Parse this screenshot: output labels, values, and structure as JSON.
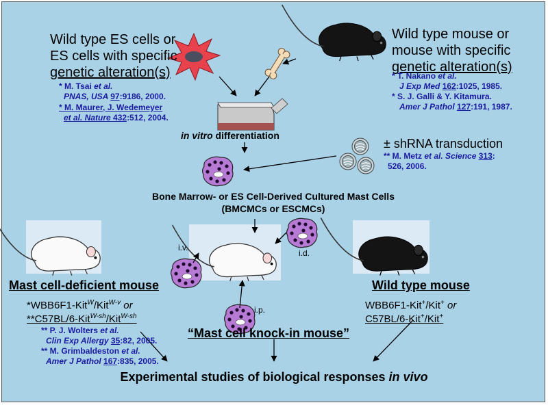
{
  "es_cells": {
    "line1": "Wild type ES cells or",
    "line2": "ES cells with specific",
    "line3": "genetic alteration(s)",
    "ref1_a": "* M. Tsai ",
    "ref1_b": "et al.",
    "ref1_c": "PNAS, USA ",
    "ref1_d": "97",
    "ref1_e": ":9186, 2000.",
    "ref2_a": "* M. Maurer, J. Wedemeyer",
    "ref2_b": "et al. Nature ",
    "ref2_c": "432",
    "ref2_d": ":512, 2004."
  },
  "wt_mouse_top": {
    "line1": "Wild type mouse or",
    "line2": "mouse with specific",
    "line3": "genetic alteration(s)",
    "ref1_a": "* T. Nakano ",
    "ref1_b": "et al.",
    "ref1_c": "J Exp Med ",
    "ref1_d": "162",
    "ref1_e": ":1025, 1985.",
    "ref2_a": "* S. J. Galli & Y. Kitamura.",
    "ref2_b": "Amer J Pathol ",
    "ref2_c": "127",
    "ref2_d": ":191, 1987."
  },
  "in_vitro": {
    "italic": "in vitro",
    "rest": " differentiation"
  },
  "shrna": {
    "label": "± shRNA transduction",
    "ref_a": "** M. Metz ",
    "ref_b": "et al. Science ",
    "ref_c": "313",
    "ref_d": ":",
    "ref_e": "526, 2006."
  },
  "bmcmc": {
    "line1": "Bone Marrow- or ES Cell-Derived Cultured Mast Cells",
    "line2": "(BMCMCs or ESCMCs)"
  },
  "routes": {
    "iv": "i.v.",
    "id": "i.d.",
    "ip": "i.p."
  },
  "deficient": {
    "title": "Mast cell-deficient mouse",
    "geno1": "*WBB6F1-Kit",
    "geno1_sup1": "W",
    "geno1_mid": "/Kit",
    "geno1_sup2": "W-v",
    "geno1_or": " or",
    "geno2": "**C57BL/6-Kit",
    "geno2_sup1": "W-sh",
    "geno2_mid": "/Kit",
    "geno2_sup2": "W-sh",
    "ref1_a": "** P. J. Wolters ",
    "ref1_b": "et al.",
    "ref1_c": "Clin Exp Allergy ",
    "ref1_d": "35",
    "ref1_e": ":82, 2005.",
    "ref2_a": "** M. Grimbaldeston ",
    "ref2_b": "et al.",
    "ref2_c": "Amer J Pathol ",
    "ref2_d": "167",
    "ref2_e": ":835, 2005."
  },
  "knockin": {
    "title": "“Mast cell knock-in mouse”"
  },
  "wildtype": {
    "title": "Wild type mouse",
    "geno1": "WBB6F1-Kit",
    "geno1_sup": "+",
    "geno1_mid": "/Kit",
    "geno1_sup2": "+",
    "geno1_or": " or",
    "geno2": "C57BL/6-Kit",
    "geno2_sup": "+",
    "geno2_mid": "/Kit",
    "geno2_sup2": "+"
  },
  "experimental": {
    "text": "Experimental studies of biological responses ",
    "italic": "in vivo"
  },
  "colors": {
    "background": "#a9d2e6",
    "reference": "#1a1aa0",
    "mast_cell": "#b77bd6",
    "es_cell_star": "#e8424d"
  }
}
